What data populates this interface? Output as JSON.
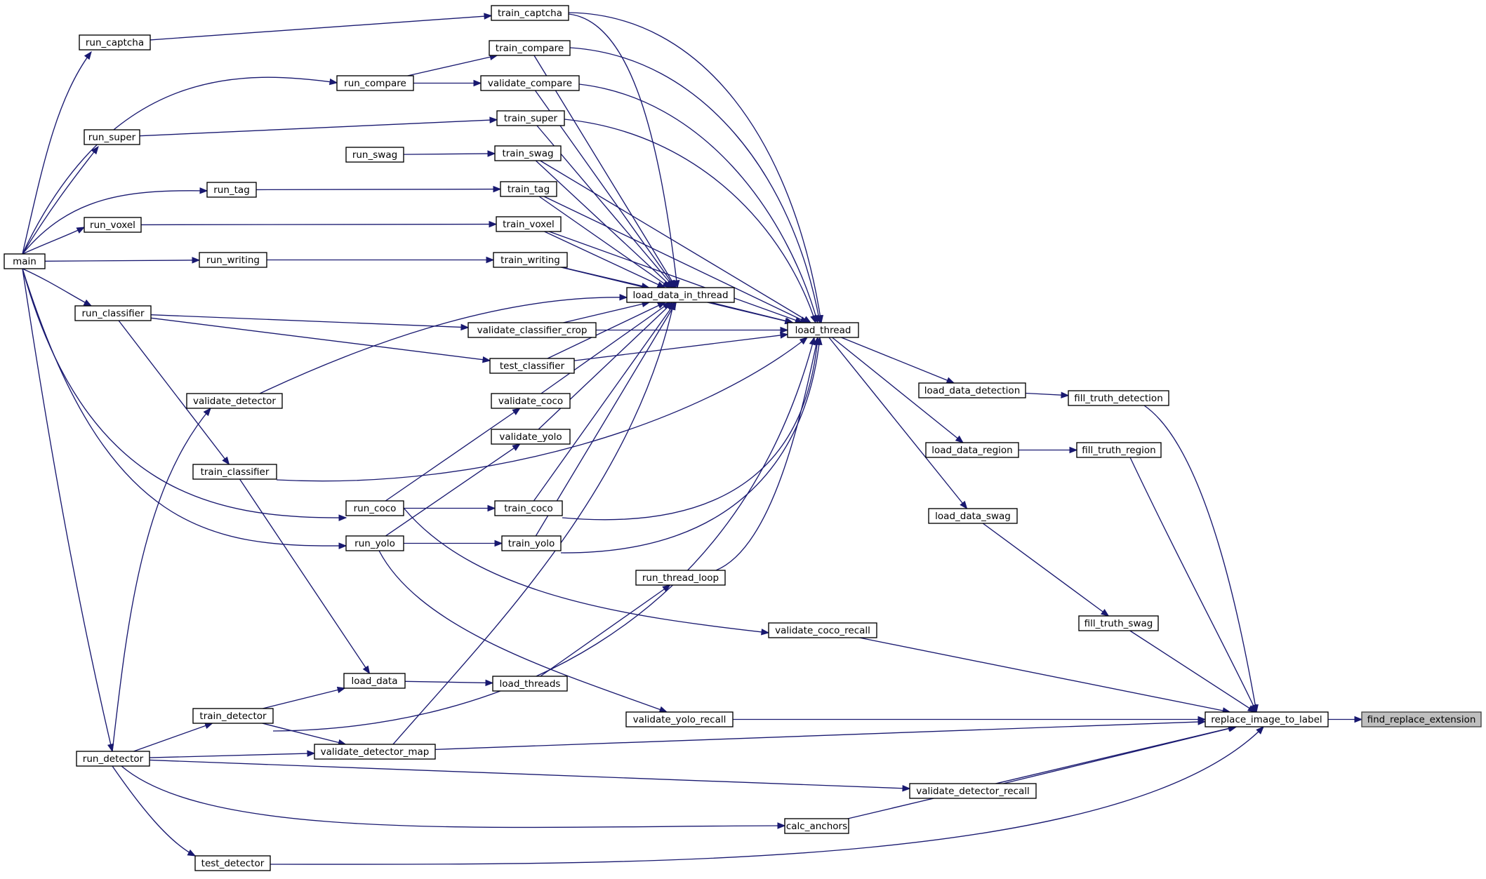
{
  "colors": {
    "edge": "#191970",
    "node_fill": "#ffffff",
    "node_border": "#000000",
    "highlight_fill": "#bfbfbf"
  },
  "nodes": [
    {
      "id": "main",
      "label": "main"
    },
    {
      "id": "run_captcha",
      "label": "run_captcha"
    },
    {
      "id": "run_super",
      "label": "run_super"
    },
    {
      "id": "run_voxel",
      "label": "run_voxel"
    },
    {
      "id": "run_classifier",
      "label": "run_classifier"
    },
    {
      "id": "run_detector",
      "label": "run_detector"
    },
    {
      "id": "run_compare",
      "label": "run_compare"
    },
    {
      "id": "run_swag",
      "label": "run_swag"
    },
    {
      "id": "run_tag",
      "label": "run_tag"
    },
    {
      "id": "run_writing",
      "label": "run_writing"
    },
    {
      "id": "validate_detector",
      "label": "validate_detector"
    },
    {
      "id": "train_classifier",
      "label": "train_classifier"
    },
    {
      "id": "train_detector",
      "label": "train_detector"
    },
    {
      "id": "test_detector",
      "label": "test_detector"
    },
    {
      "id": "validate_detector_map",
      "label": "validate_detector_map"
    },
    {
      "id": "run_coco",
      "label": "run_coco"
    },
    {
      "id": "run_yolo",
      "label": "run_yolo"
    },
    {
      "id": "load_data",
      "label": "load_data"
    },
    {
      "id": "train_captcha",
      "label": "train_captcha"
    },
    {
      "id": "train_compare",
      "label": "train_compare"
    },
    {
      "id": "validate_compare",
      "label": "validate_compare"
    },
    {
      "id": "train_super",
      "label": "train_super"
    },
    {
      "id": "train_swag",
      "label": "train_swag"
    },
    {
      "id": "train_tag",
      "label": "train_tag"
    },
    {
      "id": "train_voxel",
      "label": "train_voxel"
    },
    {
      "id": "train_writing",
      "label": "train_writing"
    },
    {
      "id": "validate_classifier_crop",
      "label": "validate_classifier_crop"
    },
    {
      "id": "test_classifier",
      "label": "test_classifier"
    },
    {
      "id": "validate_coco",
      "label": "validate_coco"
    },
    {
      "id": "validate_yolo",
      "label": "validate_yolo"
    },
    {
      "id": "train_coco",
      "label": "train_coco"
    },
    {
      "id": "train_yolo",
      "label": "train_yolo"
    },
    {
      "id": "load_threads",
      "label": "load_threads"
    },
    {
      "id": "load_data_in_thread",
      "label": "load_data_in_thread"
    },
    {
      "id": "run_thread_loop",
      "label": "run_thread_loop"
    },
    {
      "id": "validate_yolo_recall",
      "label": "validate_yolo_recall"
    },
    {
      "id": "load_thread",
      "label": "load_thread"
    },
    {
      "id": "validate_coco_recall",
      "label": "validate_coco_recall"
    },
    {
      "id": "validate_detector_recall",
      "label": "validate_detector_recall"
    },
    {
      "id": "calc_anchors",
      "label": "calc_anchors"
    },
    {
      "id": "load_data_detection",
      "label": "load_data_detection"
    },
    {
      "id": "load_data_region",
      "label": "load_data_region"
    },
    {
      "id": "load_data_swag",
      "label": "load_data_swag"
    },
    {
      "id": "fill_truth_detection",
      "label": "fill_truth_detection"
    },
    {
      "id": "fill_truth_region",
      "label": "fill_truth_region"
    },
    {
      "id": "fill_truth_swag",
      "label": "fill_truth_swag"
    },
    {
      "id": "replace_image_to_label",
      "label": "replace_image_to_label"
    },
    {
      "id": "find_replace_extension",
      "label": "find_replace_extension",
      "highlight": true
    }
  ],
  "edges": [
    [
      "main",
      "run_captcha"
    ],
    [
      "main",
      "run_compare"
    ],
    [
      "main",
      "run_super"
    ],
    [
      "main",
      "run_tag"
    ],
    [
      "main",
      "run_voxel"
    ],
    [
      "main",
      "run_writing"
    ],
    [
      "main",
      "run_classifier"
    ],
    [
      "main",
      "run_coco"
    ],
    [
      "main",
      "run_yolo"
    ],
    [
      "main",
      "run_detector"
    ],
    [
      "run_captcha",
      "train_captcha"
    ],
    [
      "run_compare",
      "train_compare"
    ],
    [
      "run_compare",
      "validate_compare"
    ],
    [
      "run_super",
      "train_super"
    ],
    [
      "run_swag",
      "train_swag"
    ],
    [
      "run_tag",
      "train_tag"
    ],
    [
      "run_voxel",
      "train_voxel"
    ],
    [
      "run_writing",
      "train_writing"
    ],
    [
      "run_classifier",
      "validate_classifier_crop"
    ],
    [
      "run_classifier",
      "test_classifier"
    ],
    [
      "run_classifier",
      "train_classifier"
    ],
    [
      "run_detector",
      "validate_detector"
    ],
    [
      "run_detector",
      "train_detector"
    ],
    [
      "run_detector",
      "validate_detector_map"
    ],
    [
      "run_detector",
      "validate_detector_recall"
    ],
    [
      "run_detector",
      "calc_anchors"
    ],
    [
      "run_detector",
      "test_detector"
    ],
    [
      "run_coco",
      "validate_coco"
    ],
    [
      "run_coco",
      "train_coco"
    ],
    [
      "run_coco",
      "validate_coco_recall"
    ],
    [
      "run_yolo",
      "validate_yolo"
    ],
    [
      "run_yolo",
      "train_yolo"
    ],
    [
      "run_yolo",
      "validate_yolo_recall"
    ],
    [
      "train_classifier",
      "load_data"
    ],
    [
      "train_classifier",
      "load_thread"
    ],
    [
      "train_detector",
      "load_data"
    ],
    [
      "train_detector",
      "validate_detector_map"
    ],
    [
      "train_detector",
      "load_thread"
    ],
    [
      "load_data",
      "load_threads"
    ],
    [
      "load_threads",
      "run_thread_loop"
    ],
    [
      "run_thread_loop",
      "load_thread"
    ],
    [
      "validate_detector",
      "load_data_in_thread"
    ],
    [
      "validate_detector_map",
      "load_data_in_thread"
    ],
    [
      "train_captcha",
      "load_data_in_thread"
    ],
    [
      "train_captcha",
      "load_thread"
    ],
    [
      "train_compare",
      "load_data_in_thread"
    ],
    [
      "train_compare",
      "load_thread"
    ],
    [
      "validate_compare",
      "load_data_in_thread"
    ],
    [
      "validate_compare",
      "load_thread"
    ],
    [
      "train_super",
      "load_data_in_thread"
    ],
    [
      "train_super",
      "load_thread"
    ],
    [
      "train_swag",
      "load_data_in_thread"
    ],
    [
      "train_swag",
      "load_thread"
    ],
    [
      "train_tag",
      "load_data_in_thread"
    ],
    [
      "train_tag",
      "load_thread"
    ],
    [
      "train_voxel",
      "load_data_in_thread"
    ],
    [
      "train_voxel",
      "load_thread"
    ],
    [
      "train_writing",
      "load_data_in_thread"
    ],
    [
      "train_writing",
      "load_thread"
    ],
    [
      "validate_classifier_crop",
      "load_data_in_thread"
    ],
    [
      "validate_classifier_crop",
      "load_thread"
    ],
    [
      "test_classifier",
      "load_data_in_thread"
    ],
    [
      "test_classifier",
      "load_thread"
    ],
    [
      "validate_coco",
      "load_data_in_thread"
    ],
    [
      "validate_yolo",
      "load_data_in_thread"
    ],
    [
      "train_coco",
      "load_data_in_thread"
    ],
    [
      "train_coco",
      "load_thread"
    ],
    [
      "train_yolo",
      "load_data_in_thread"
    ],
    [
      "train_yolo",
      "load_thread"
    ],
    [
      "load_data_in_thread",
      "load_thread"
    ],
    [
      "load_thread",
      "load_data_detection"
    ],
    [
      "load_thread",
      "load_data_region"
    ],
    [
      "load_thread",
      "load_data_swag"
    ],
    [
      "load_data_detection",
      "fill_truth_detection"
    ],
    [
      "load_data_region",
      "fill_truth_region"
    ],
    [
      "load_data_swag",
      "fill_truth_swag"
    ],
    [
      "fill_truth_detection",
      "replace_image_to_label"
    ],
    [
      "fill_truth_region",
      "replace_image_to_label"
    ],
    [
      "fill_truth_swag",
      "replace_image_to_label"
    ],
    [
      "validate_coco_recall",
      "replace_image_to_label"
    ],
    [
      "validate_yolo_recall",
      "replace_image_to_label"
    ],
    [
      "validate_detector_map",
      "replace_image_to_label"
    ],
    [
      "validate_detector_recall",
      "replace_image_to_label"
    ],
    [
      "calc_anchors",
      "replace_image_to_label"
    ],
    [
      "test_detector",
      "replace_image_to_label"
    ],
    [
      "replace_image_to_label",
      "find_replace_extension"
    ]
  ]
}
